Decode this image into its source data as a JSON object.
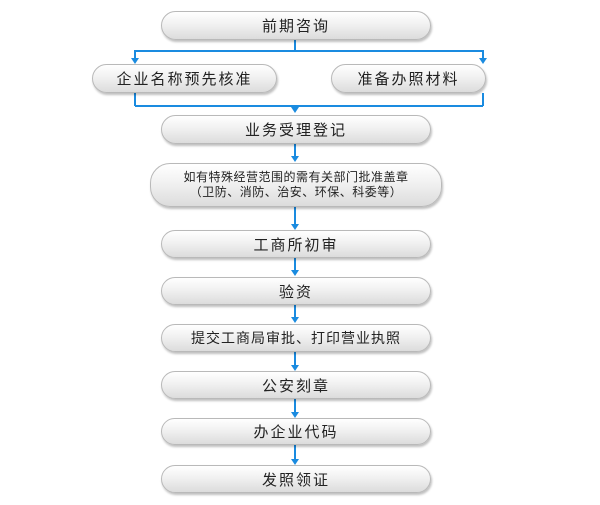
{
  "flowchart": {
    "step1": "前期咨询",
    "branch_left": "企业名称预先核准",
    "branch_right": "准备办照材料",
    "step3": "业务受理登记",
    "step4_line1": "如有特殊经营范围的需有关部门批准盖章",
    "step4_line2": "（卫防、消防、治安、环保、科委等）",
    "step5": "工商所初审",
    "step6": "验资",
    "step7": "提交工商局审批、打印营业执照",
    "step8": "公安刻章",
    "step9": "办企业代码",
    "step10": "发照领证"
  },
  "colors": {
    "connector": "#1a8be0",
    "box_border": "#b9b9b9",
    "text": "#222222"
  }
}
